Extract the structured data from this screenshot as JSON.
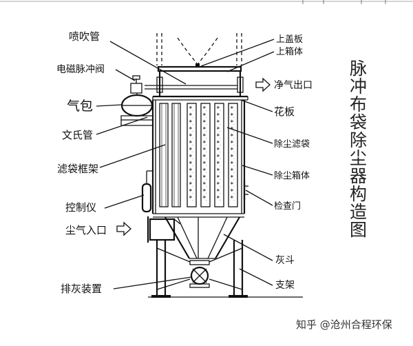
{
  "labels": {
    "nozzle_pipe": "喷吹管",
    "pulse_valve": "电磁脉冲阀",
    "air_bag": "气包",
    "venturi": "文氏管",
    "bag_frame": "滤袋框架",
    "controller": "控制仪",
    "dust_inlet": "尘气入口",
    "ash_discharge": "排灰装置",
    "top_cover": "上盖板",
    "upper_box": "上箱体",
    "clean_outlet": "净气出口",
    "tube_sheet": "花板",
    "filter_bag": "除尘滤袋",
    "dust_box": "除尘箱体",
    "inspection_door": "检查门",
    "hopper": "灰斗",
    "support": "支架"
  },
  "title_chars": [
    "脉",
    "冲",
    "布",
    "袋",
    "除",
    "尘",
    "器",
    "构",
    "造",
    "图"
  ],
  "watermark": "知乎 @沧州合程环保"
}
